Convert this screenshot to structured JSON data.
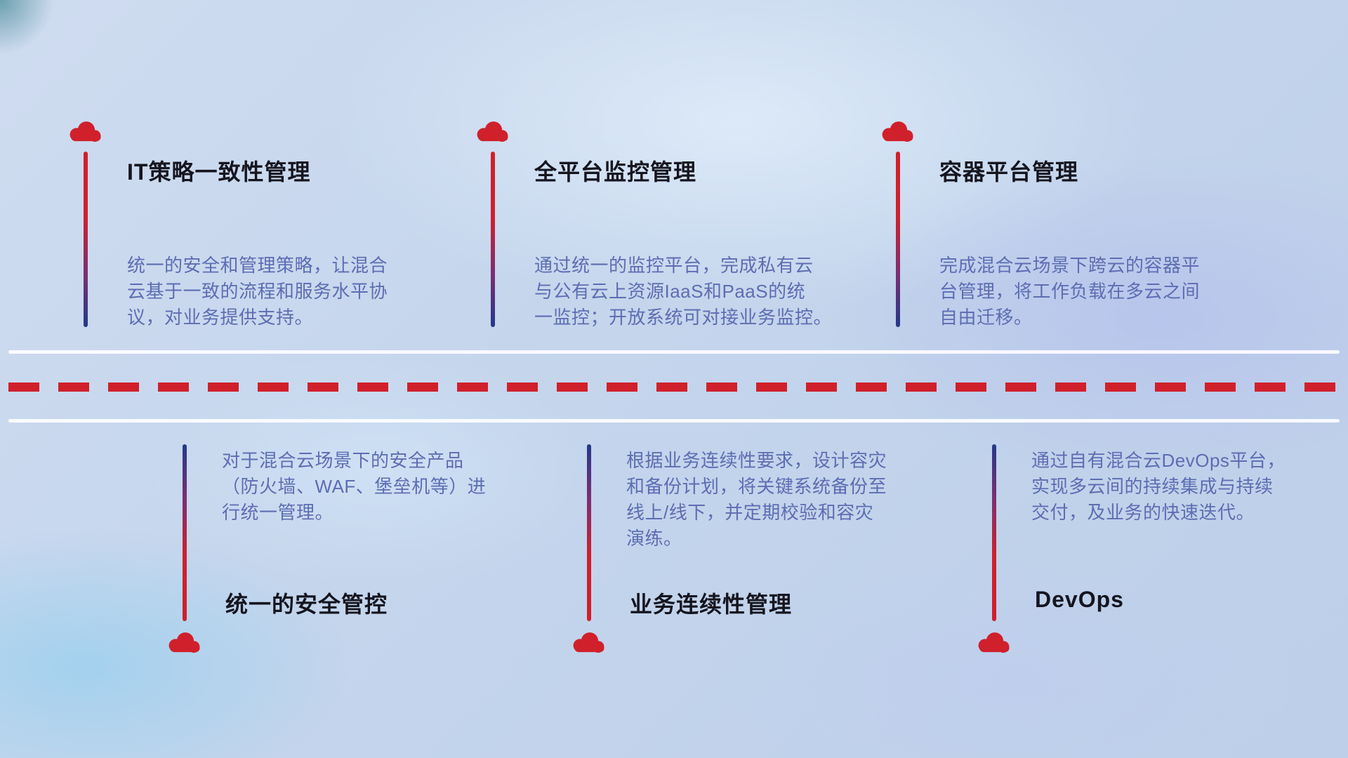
{
  "colors": {
    "accent_red": "#d0202b",
    "accent_blue": "#24388c",
    "title_text": "#15151f",
    "body_text": "#5d6db2",
    "divider_white": "#ffffff"
  },
  "top_items": [
    {
      "title": "IT策略一致性管理",
      "desc_lines": [
        "统一的安全和管理策略，让混合",
        "云基于一致的流程和服务水平协",
        "议，对业务提供支持。"
      ]
    },
    {
      "title": "全平台监控管理",
      "desc_lines": [
        "通过统一的监控平台，完成私有云",
        "与公有云上资源IaaS和PaaS的统",
        "一监控；开放系统可对接业务监控。"
      ]
    },
    {
      "title": "容器平台管理",
      "desc_lines": [
        "完成混合云场景下跨云的容器平",
        "台管理，将工作负载在多云之间",
        "自由迁移。"
      ]
    }
  ],
  "bottom_items": [
    {
      "title": "统一的安全管控",
      "desc_lines": [
        "对于混合云场景下的安全产品",
        "（防火墙、WAF、堡垒机等）进",
        "行统一管理。"
      ]
    },
    {
      "title": "业务连续性管理",
      "desc_lines": [
        "根据业务连续性要求，设计容灾",
        "和备份计划，将关键系统备份至",
        "线上/线下，并定期校验和容灾",
        "演练。"
      ]
    },
    {
      "title": "DevOps",
      "desc_lines": [
        "通过自有混合云DevOps平台，",
        "实现多云间的持续集成与持续",
        "交付，及业务的快速迭代。"
      ]
    }
  ]
}
